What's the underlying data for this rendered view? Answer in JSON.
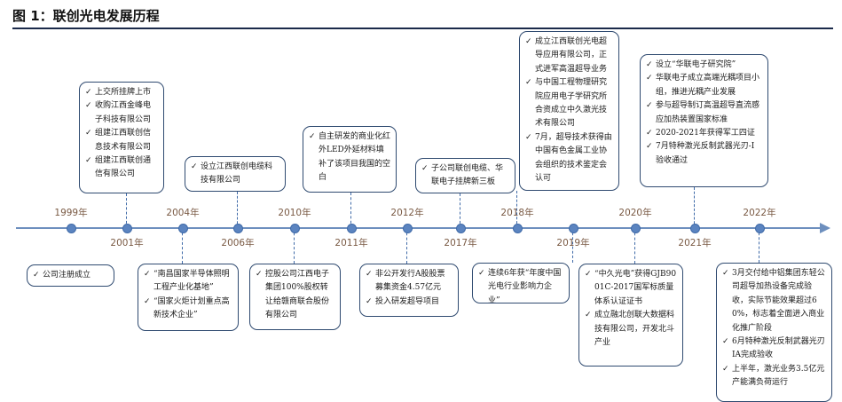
{
  "figure_title": "图 1：联创光电发展历程",
  "bullet": "✓",
  "years": [
    "1999年",
    "2001年",
    "2004年",
    "2006年",
    "2010年",
    "2011年",
    "2012年",
    "2017年",
    "2018年",
    "2019年",
    "2020年",
    "2021年",
    "2022年"
  ],
  "events": [
    {
      "id": "e1999",
      "items": [
        "公司注册成立"
      ]
    },
    {
      "id": "e2001",
      "items": [
        "上交所挂牌上市",
        "收购江西金峰电子科技有限公司",
        "组建江西联创信息技术有限公司",
        "组建江西联创通信有限公司"
      ]
    },
    {
      "id": "e2004",
      "items": [
        "“南昌国家半导体照明工程产业化基地”",
        "“国家火炬计划重点高新技术企业”"
      ]
    },
    {
      "id": "e2006",
      "items": [
        "设立江西联创电缆科技有限公司"
      ]
    },
    {
      "id": "e2010a",
      "items": [
        "控股公司江西电子集团100%股权转让给赣商联合股份有限公司"
      ]
    },
    {
      "id": "e2010b",
      "items": [
        "自主研发的商业化红外LED外延材料填补了该项目我国的空白"
      ]
    },
    {
      "id": "e2012",
      "items": [
        "非公开发行A股股票募集资金4.57亿元",
        "投入研发超导项目"
      ]
    },
    {
      "id": "e2017",
      "items": [
        "子公司联创电缆、华联电子挂牌新三板"
      ]
    },
    {
      "id": "e2018a",
      "items": [
        "成立江西联创光电超导应用有限公司，正式进军高温超导业务",
        "与中国工程物理研究院应用电子学研究所合资成立中久激光技术有限公司",
        "7月，超导技术获得由中国有色金属工业协会组织的技术鉴定会认可"
      ]
    },
    {
      "id": "e2018b",
      "items": [
        "连续6年获“年度中国光电行业影响力企业”"
      ]
    },
    {
      "id": "e2019",
      "items": [
        "“中久光电”获得GJB9001C-2017国军标质量体系认证证书",
        "成立融北创联大数据科技有限公司，开发北斗产业"
      ]
    },
    {
      "id": "e2020",
      "items": [
        "设立“华联电子研究院”",
        "华联电子成立高端光耦项目小组，推进光耦产业发展",
        "参与超导制订高温超导直流感应加热装置国家标准",
        "2020-2021年获得军工四证",
        "7月特种激光反制武器光刃-I验收通过"
      ]
    },
    {
      "id": "e2022",
      "items": [
        "3月交付给中铝集团东轻公司超导加热设备完成验收，实际节能效果超过60%，标志着全面进入商业化推广阶段",
        "6月特种激光反制武器光刃IA完成验收",
        "上半年，激光业务3.5亿元产能满负荷运行"
      ]
    }
  ]
}
